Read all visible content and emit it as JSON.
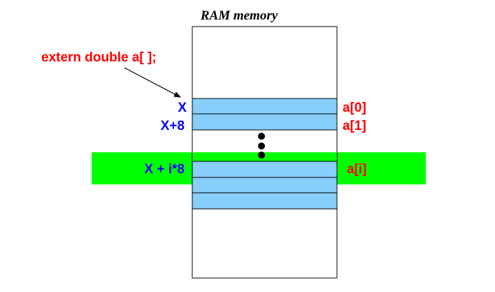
{
  "title": "RAM memory",
  "declaration": "extern double a[ ];",
  "addresses": {
    "base": "X",
    "second": "X+8",
    "ith": "X + i*8"
  },
  "elements": {
    "first": "a[0]",
    "second": "a[1]",
    "ith": "a[i]"
  },
  "colors": {
    "cell_fill": "#87cefa",
    "highlight_band": "#00ff00",
    "address_text": "#0000ff",
    "element_text": "#ff0000",
    "outline": "#000000",
    "ellipsis_dots": "#000000"
  }
}
